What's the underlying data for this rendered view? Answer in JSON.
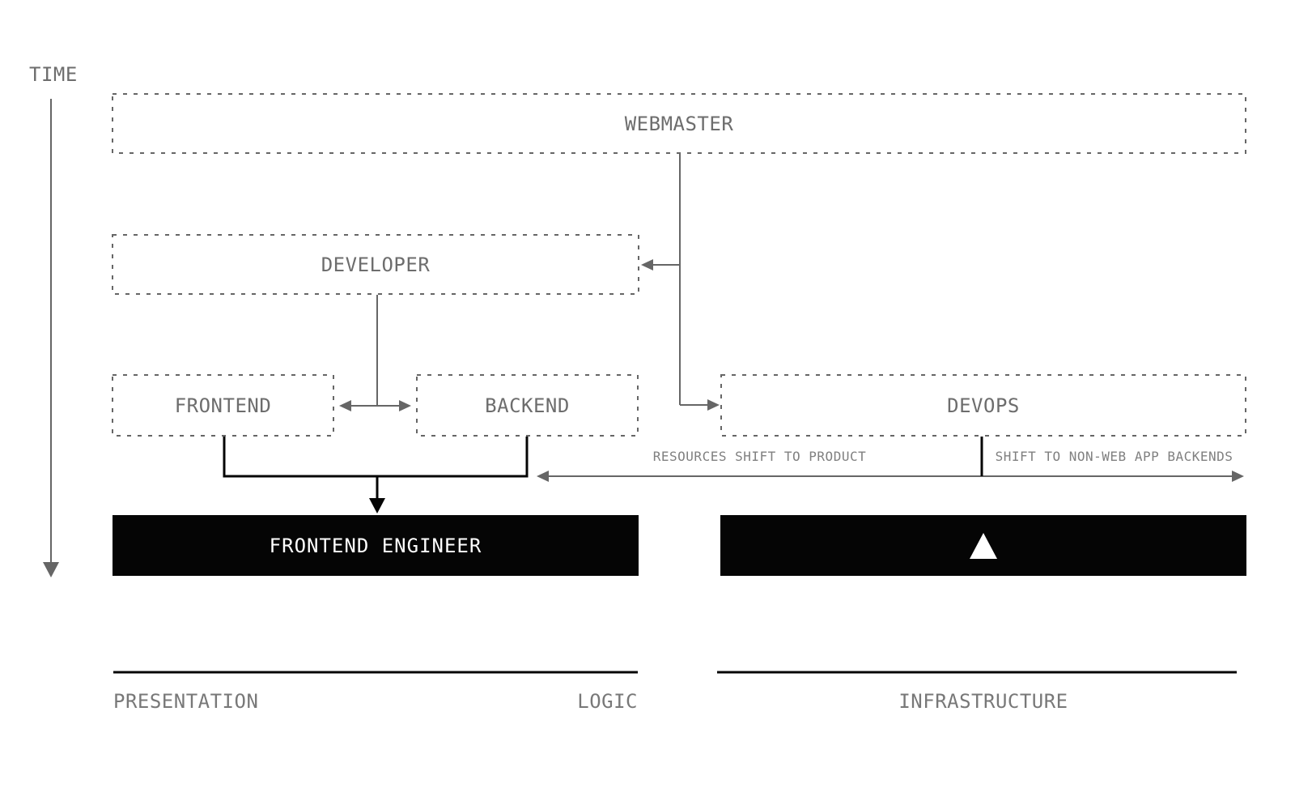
{
  "time_axis": {
    "label": "TIME"
  },
  "boxes": {
    "webmaster": {
      "label": "WEBMASTER"
    },
    "developer": {
      "label": "DEVELOPER"
    },
    "frontend": {
      "label": "FRONTEND"
    },
    "backend": {
      "label": "BACKEND"
    },
    "devops": {
      "label": "DEVOPS"
    },
    "frontend_engineer": {
      "label": "FRONTEND ENGINEER"
    },
    "infrastructure_role": {
      "icon": "triangle-up"
    }
  },
  "annotations": {
    "resources_shift": "RESOURCES SHIFT TO PRODUCT",
    "non_web_shift": "SHIFT TO NON-WEB APP BACKENDS"
  },
  "footer": {
    "presentation": "PRESENTATION",
    "logic": "LOGIC",
    "infrastructure": "INFRASTRUCTURE"
  },
  "colors": {
    "line_gray": "#666666",
    "box_text_gray": "#6d6d6d",
    "annotation_gray": "#808080",
    "footer_gray": "#787878",
    "black": "#050505",
    "background": "#ffffff",
    "inverse_text": "#ffffff"
  }
}
